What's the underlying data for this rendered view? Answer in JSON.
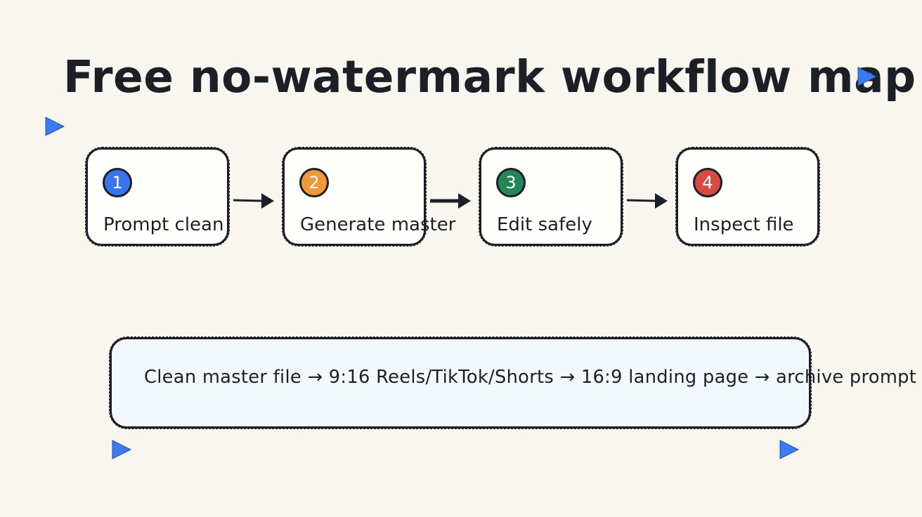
{
  "title": "Free no-watermark workflow map",
  "steps": [
    {
      "number": "1",
      "label": "Prompt clean",
      "color": "#3a74ec"
    },
    {
      "number": "2",
      "label": "Generate master",
      "color": "#f0993a"
    },
    {
      "number": "3",
      "label": "Edit safely",
      "color": "#23865a"
    },
    {
      "number": "4",
      "label": "Inspect file",
      "color": "#d94a45"
    }
  ],
  "banner": {
    "text": "Clean master file → 9:16 Reels/TikTok/Shorts → 16:9 landing page → archive prompt"
  },
  "colors": {
    "background": "#f9f6f0",
    "ink": "#1c2026",
    "marker": "#3b7cf0",
    "banner_fill": "#f3f8fd"
  },
  "icons": {
    "arrow": "arrow-right-icon",
    "marker": "play-triangle-icon"
  }
}
